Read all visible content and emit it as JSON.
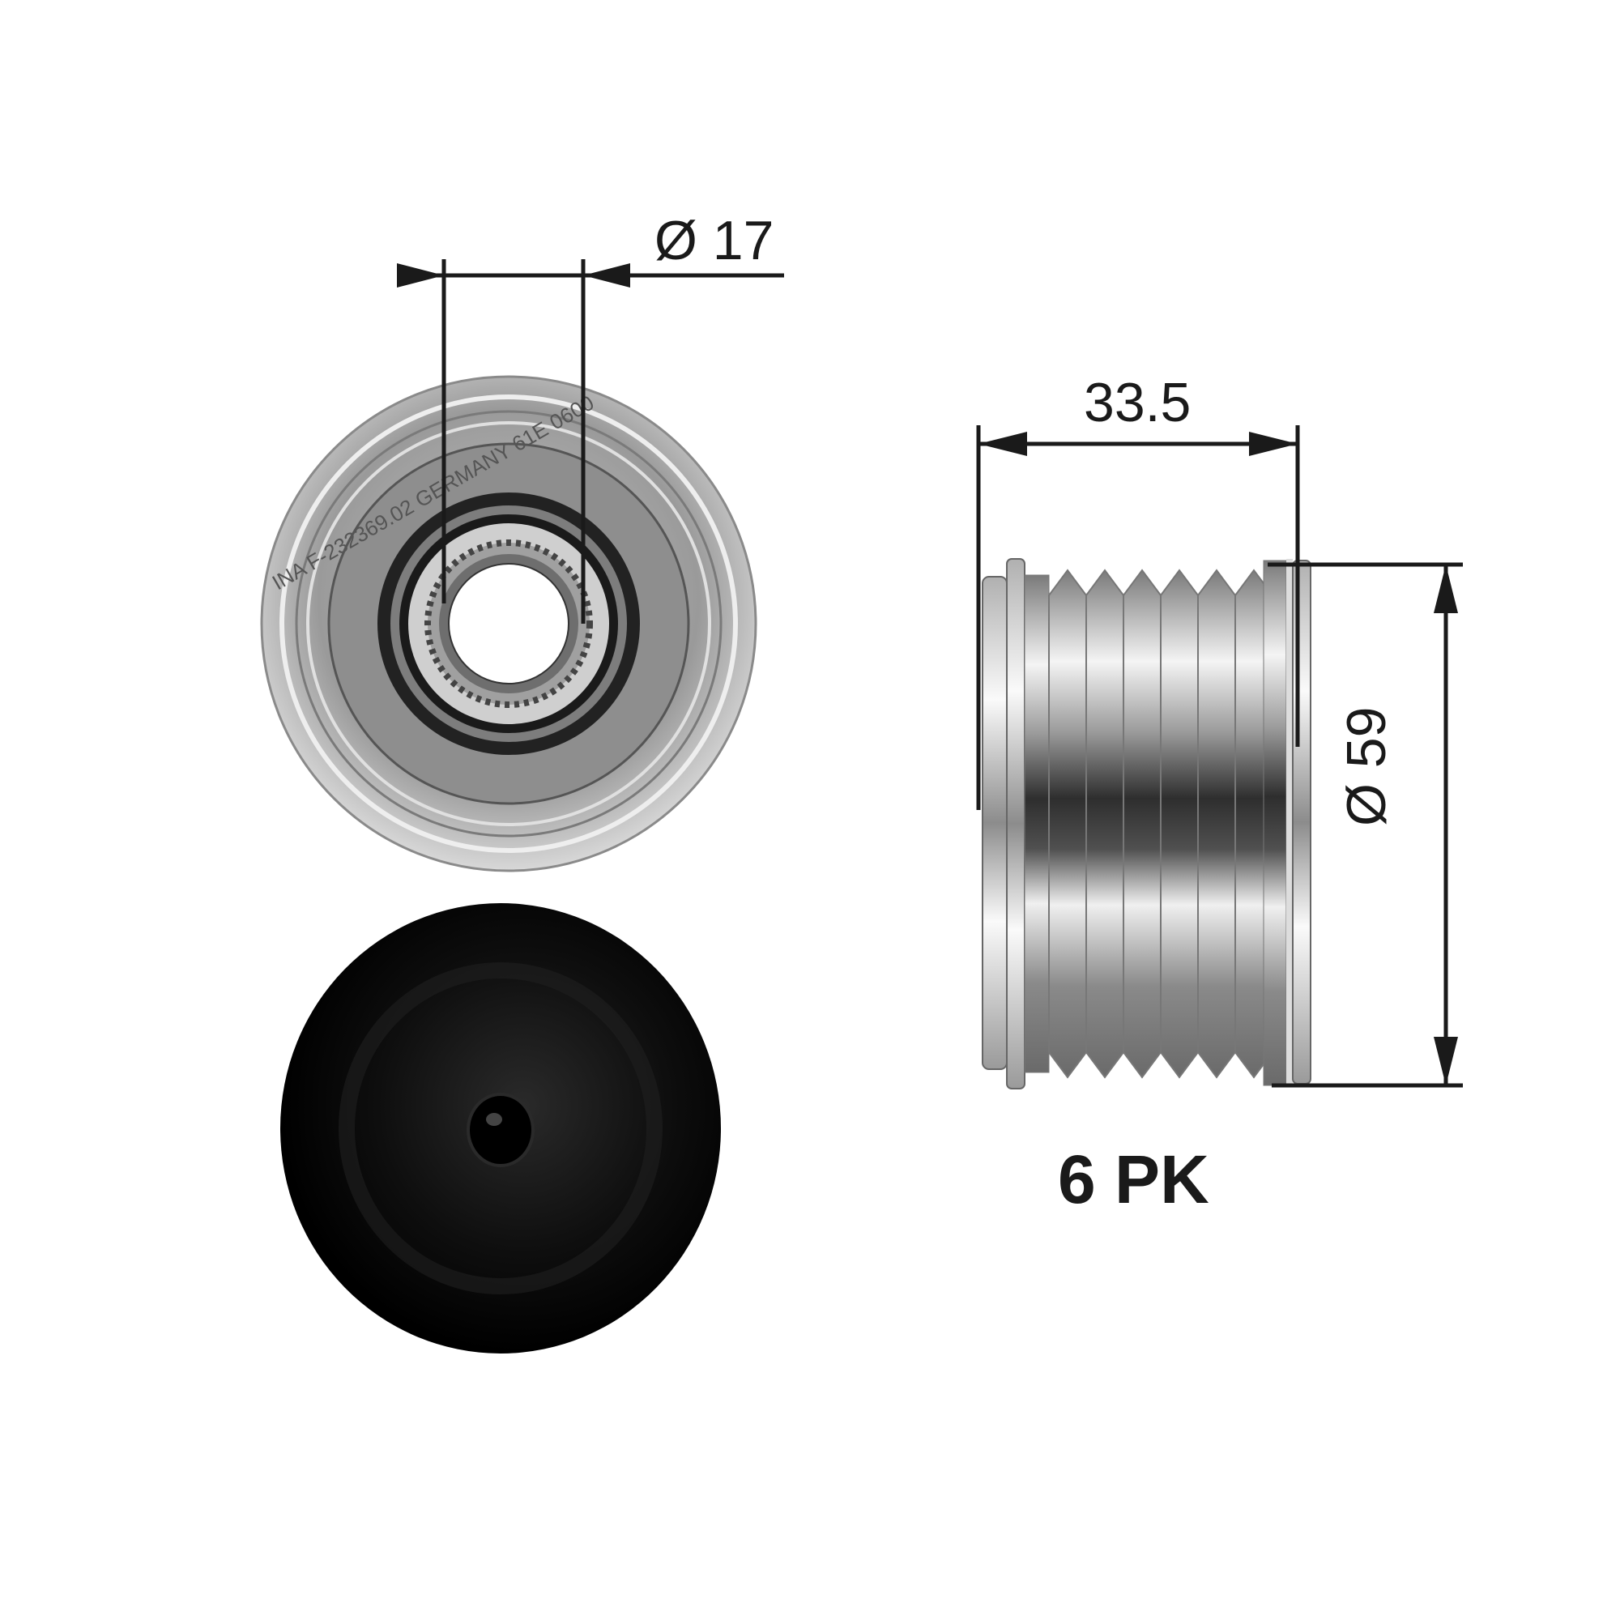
{
  "figure": {
    "title": "Overrunning alternator pulley with cap",
    "views": {
      "front_view": {
        "label": "pulley-front-view",
        "bearing_marking": "INA F-232369.02 GERMANY 61E 0600"
      },
      "cap_view": {
        "label": "protective-cap"
      },
      "side_view": {
        "label": "pulley-side-view",
        "grooves": 6
      }
    },
    "dimensions": {
      "bore_diameter": {
        "text": "Ø 17",
        "value": 17,
        "unit": "mm"
      },
      "width": {
        "text": "33.5",
        "value": 33.5,
        "unit": "mm"
      },
      "outer_diameter": {
        "text": "Ø 59",
        "value": 59,
        "unit": "mm"
      }
    },
    "belt_profile": {
      "text": "6 PK"
    }
  },
  "colors": {
    "line": "#1a1a1a",
    "metal_light": "#e6e6e6",
    "metal_mid": "#a8a8a8",
    "metal_dark": "#5a5a5a",
    "cap": "#050505"
  }
}
